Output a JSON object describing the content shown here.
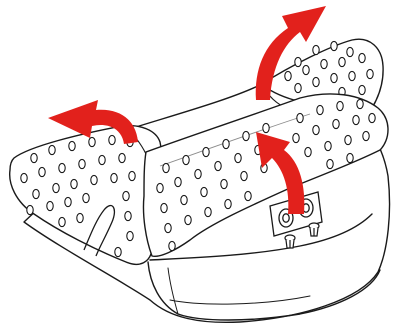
{
  "illustration": {
    "subject": "seat-cushion-with-folding-bolsters",
    "colors": {
      "background": "#ffffff",
      "outline": "#1a1a1a",
      "arrow": "#e2211c"
    },
    "arrows": [
      {
        "id": "arrow-rear-bolster-up",
        "icon": "curved-arrow-up"
      },
      {
        "id": "arrow-left-bolster-out",
        "icon": "curved-arrow-left"
      },
      {
        "id": "arrow-front-bolster-up",
        "icon": "curved-arrow-up"
      }
    ],
    "parts": [
      "rear-bolster",
      "left-bolster",
      "front-bolster",
      "base",
      "connector-panel",
      "mounting-screw-left",
      "mounting-screw-right"
    ]
  }
}
